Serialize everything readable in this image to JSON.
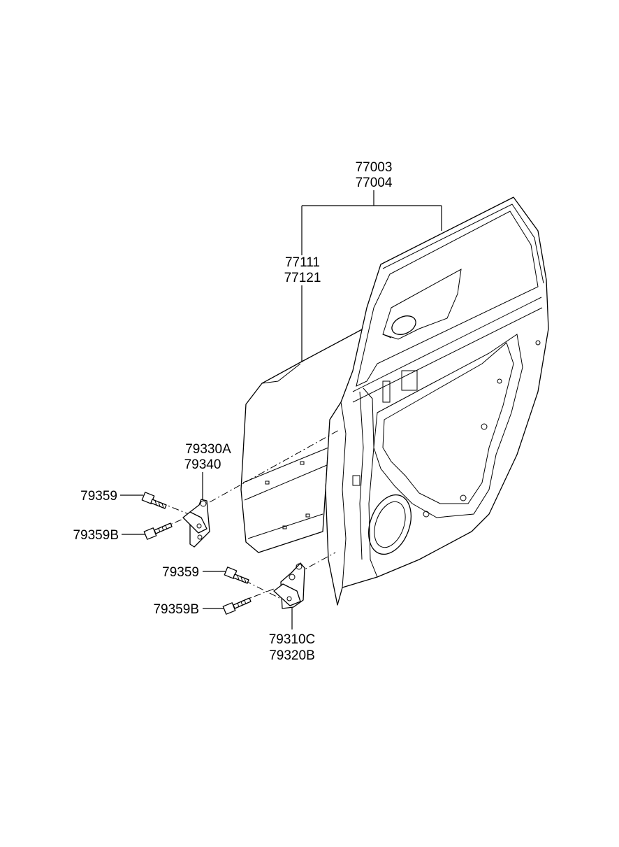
{
  "callouts": {
    "door_assembly": [
      "77003",
      "77004"
    ],
    "outer_panel": [
      "77111",
      "77121"
    ],
    "upper_hinge": [
      "79330A",
      "79340"
    ],
    "upper_bolt": "79359",
    "upper_bolt_b": "79359B",
    "lower_bolt": "79359",
    "lower_bolt_b": "79359B",
    "lower_hinge": [
      "79310C",
      "79320B"
    ]
  }
}
